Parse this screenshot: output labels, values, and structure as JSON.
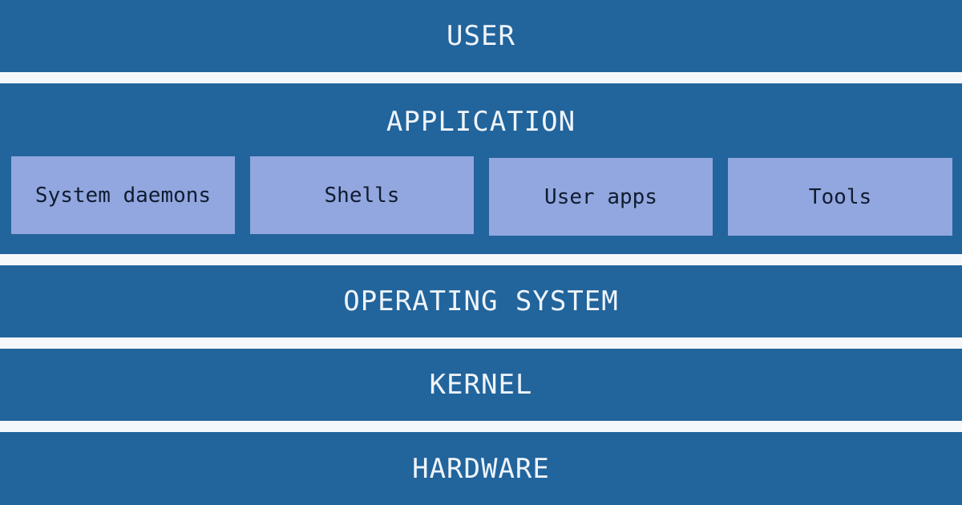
{
  "colors": {
    "layer_bg": "#22649c",
    "sub_bg": "#92a7df",
    "gap": "#f5f8fb"
  },
  "layers": {
    "user": "USER",
    "application": {
      "title": "APPLICATION",
      "components": [
        "System daemons",
        "Shells",
        "User apps",
        "Tools"
      ]
    },
    "os": "OPERATING SYSTEM",
    "kernel": "KERNEL",
    "hardware": "HARDWARE"
  }
}
